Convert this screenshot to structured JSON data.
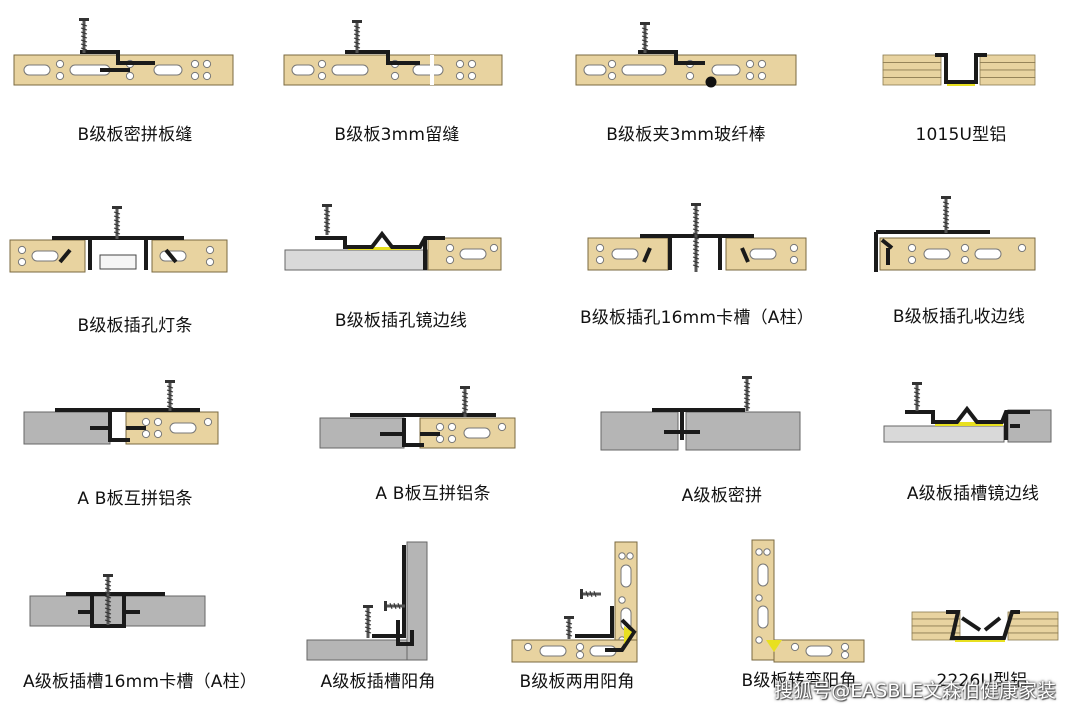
{
  "colors": {
    "board_b": "#e8d3a0",
    "board_a": "#b5b5b5",
    "board_a_light": "#d9d9d9",
    "aluminium": "#1a1a1a",
    "fiberglass": "#e8e020",
    "screw": "#555555"
  },
  "diagrams": [
    {
      "id": "b-board-tight-joint",
      "caption": "B级板密拼板缝"
    },
    {
      "id": "b-board-3mm-gap",
      "caption": "B级板3mm留缝"
    },
    {
      "id": "b-board-3mm-fiberglass-rod",
      "caption": "B级板夹3mm玻纤棒"
    },
    {
      "id": "u-aluminium-1015",
      "caption": "1015U型铝"
    },
    {
      "id": "b-board-slot-light-strip",
      "caption": "B级板插孔灯条"
    },
    {
      "id": "b-board-slot-mirror-edge",
      "caption": "B级板插孔镜边线"
    },
    {
      "id": "b-board-slot-16mm-groove",
      "caption": "B级板插孔16mm卡槽（A柱）"
    },
    {
      "id": "b-board-slot-edge-trim",
      "caption": "B级板插孔收边线"
    },
    {
      "id": "ab-joint-strip-1",
      "caption": "A B板互拼铝条"
    },
    {
      "id": "ab-joint-strip-2",
      "caption": "A B板互拼铝条"
    },
    {
      "id": "a-board-tight-joint",
      "caption": "A级板密拼"
    },
    {
      "id": "a-board-groove-mirror-edge",
      "caption": "A级板插槽镜边线"
    },
    {
      "id": "a-board-groove-16mm",
      "caption": "A级板插槽16mm卡槽（A柱）"
    },
    {
      "id": "a-board-groove-outer-corner",
      "caption": "A级板插槽阳角"
    },
    {
      "id": "b-board-dual-outer-corner",
      "caption": "B级板两用阳角"
    },
    {
      "id": "b-board-bent-outer-corner",
      "caption": "B级板转弯阳角"
    },
    {
      "id": "u-aluminium-2226",
      "caption": "2226U型铝"
    }
  ],
  "watermark": "搜狐号@EASBLE文森伯健康家装"
}
